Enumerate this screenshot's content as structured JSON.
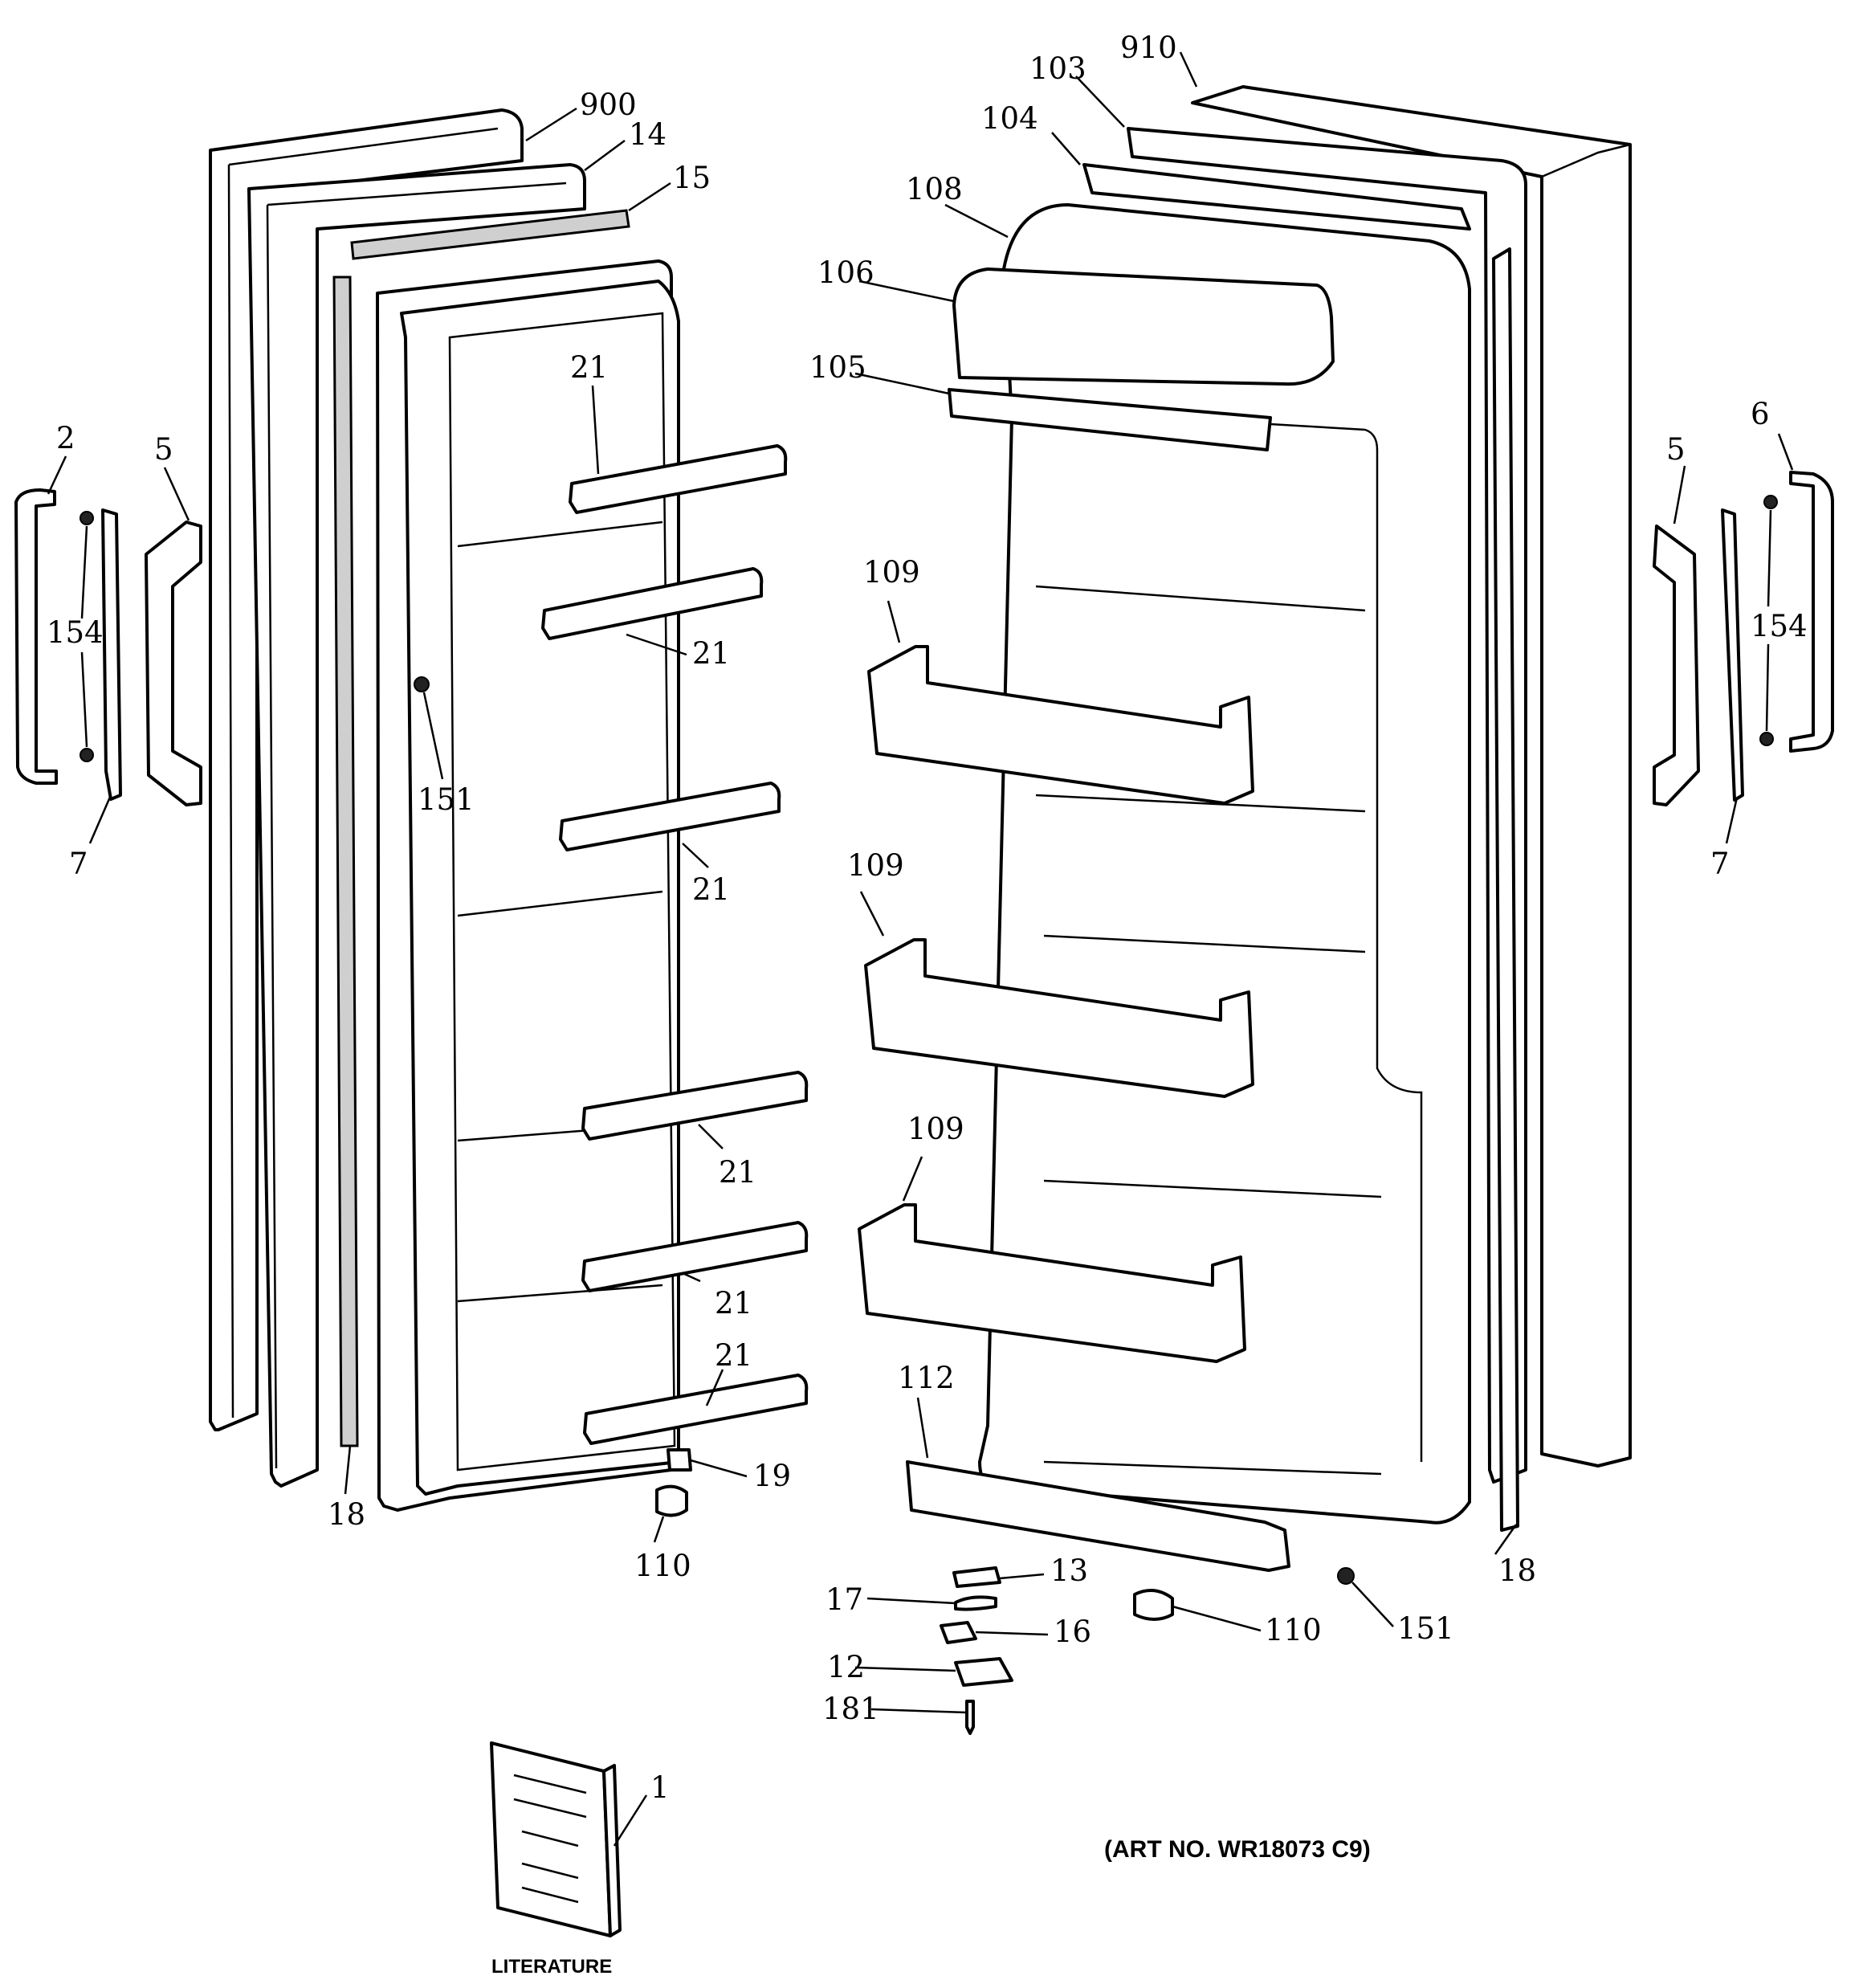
{
  "callouts": [
    {
      "key": "900",
      "text": "900"
    },
    {
      "key": "14",
      "text": "14"
    },
    {
      "key": "15",
      "text": "15"
    },
    {
      "key": "2",
      "text": "2"
    },
    {
      "key": "5-left",
      "text": "5"
    },
    {
      "key": "154-left",
      "text": "154"
    },
    {
      "key": "7-left",
      "text": "7"
    },
    {
      "key": "151-left",
      "text": "151"
    },
    {
      "key": "21-a",
      "text": "21"
    },
    {
      "key": "21-b",
      "text": "21"
    },
    {
      "key": "21-c",
      "text": "21"
    },
    {
      "key": "21-d",
      "text": "21"
    },
    {
      "key": "21-e",
      "text": "21"
    },
    {
      "key": "21-f",
      "text": "21"
    },
    {
      "key": "18-left",
      "text": "18"
    },
    {
      "key": "19",
      "text": "19"
    },
    {
      "key": "110-left",
      "text": "110"
    },
    {
      "key": "910",
      "text": "910"
    },
    {
      "key": "103",
      "text": "103"
    },
    {
      "key": "104",
      "text": "104"
    },
    {
      "key": "108",
      "text": "108"
    },
    {
      "key": "106",
      "text": "106"
    },
    {
      "key": "105",
      "text": "105"
    },
    {
      "key": "109-a",
      "text": "109"
    },
    {
      "key": "109-b",
      "text": "109"
    },
    {
      "key": "109-c",
      "text": "109"
    },
    {
      "key": "112",
      "text": "112"
    },
    {
      "key": "13",
      "text": "13"
    },
    {
      "key": "17",
      "text": "17"
    },
    {
      "key": "16",
      "text": "16"
    },
    {
      "key": "12",
      "text": "12"
    },
    {
      "key": "181",
      "text": "181"
    },
    {
      "key": "110-right",
      "text": "110"
    },
    {
      "key": "151-right",
      "text": "151"
    },
    {
      "key": "18-right",
      "text": "18"
    },
    {
      "key": "6",
      "text": "6"
    },
    {
      "key": "5-right",
      "text": "5"
    },
    {
      "key": "154-right",
      "text": "154"
    },
    {
      "key": "7-right",
      "text": "7"
    },
    {
      "key": "1",
      "text": "1"
    }
  ],
  "literature_label": "LITERATURE",
  "art_number": "(ART NO. WR18073 C9)"
}
